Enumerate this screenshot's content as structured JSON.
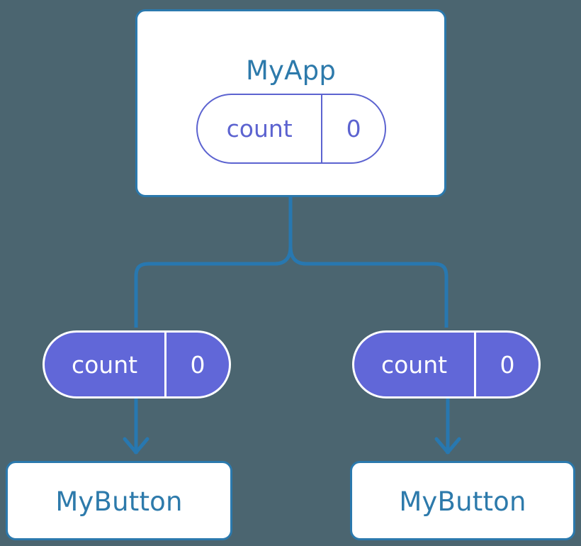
{
  "diagram": {
    "type": "component-state-flow-tree",
    "background_color": "#4b6570",
    "edge_color": "#2878b0",
    "component_border_color": "#2b79ad",
    "component_text_color": "#2d7aab",
    "state_outline_color": "#5c63d0",
    "props_fill_color": "#6167d8",
    "props_text_color": "#ffffff"
  },
  "root": {
    "name": "MyApp",
    "state": {
      "key": "count",
      "value": "0"
    }
  },
  "children": [
    {
      "props": {
        "key": "count",
        "value": "0"
      },
      "name": "MyButton"
    },
    {
      "props": {
        "key": "count",
        "value": "0"
      },
      "name": "MyButton"
    }
  ]
}
